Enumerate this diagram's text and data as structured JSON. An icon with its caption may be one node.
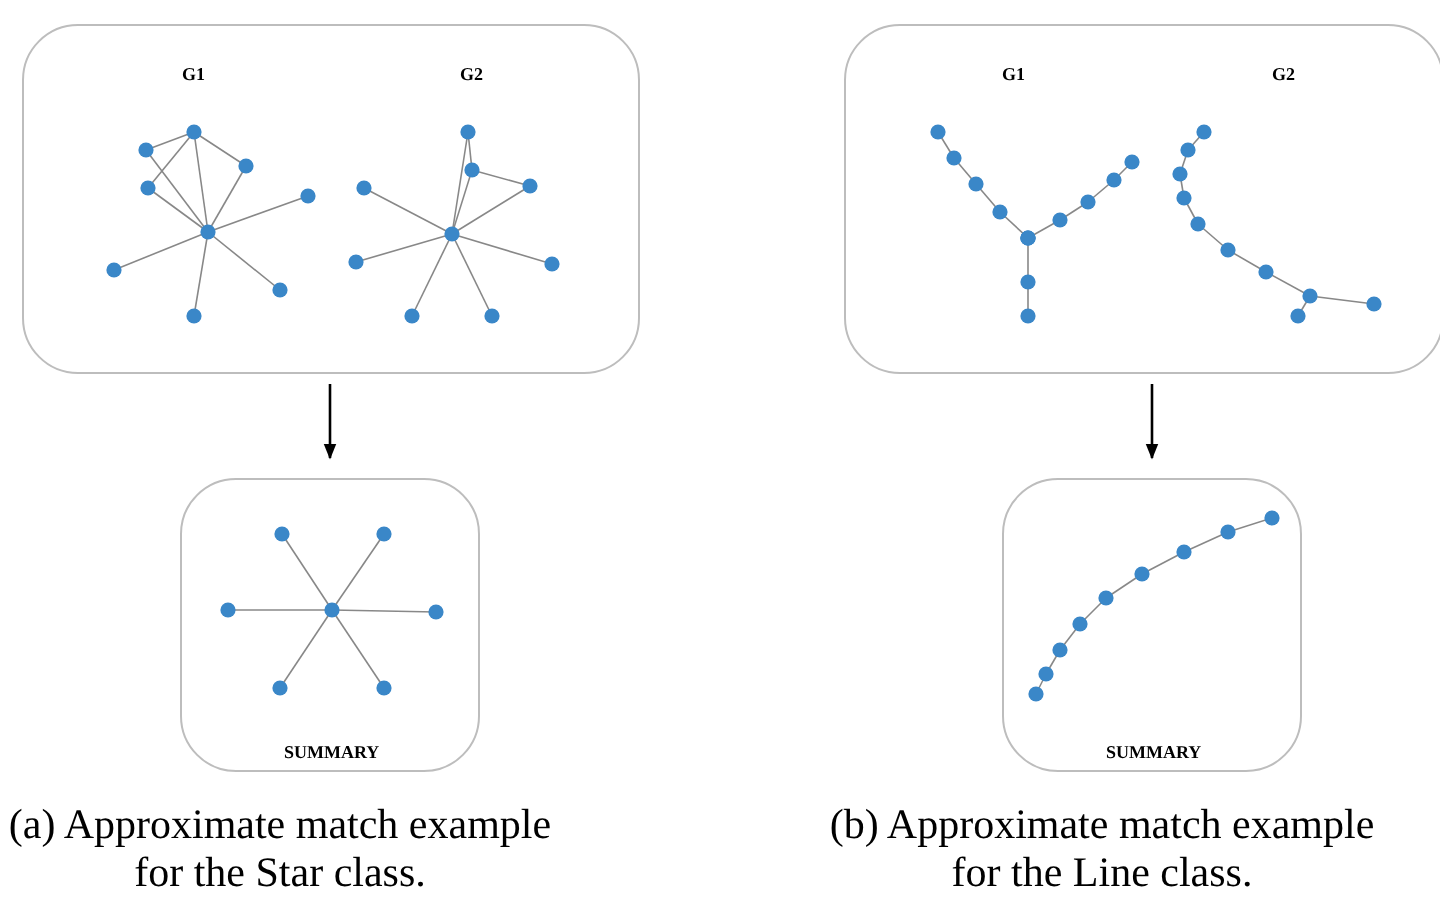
{
  "diagram": {
    "nodes": [
      {
        "text": [
          "G1",
          "G2"
        ]
      },
      {
        "text": [
          "SUMMARY"
        ]
      },
      {
        "text": [
          "G1",
          "G2"
        ]
      },
      {
        "text": [
          "SUMMARY"
        ]
      }
    ],
    "edges": [
      {
        "from": 0,
        "to": 1,
        "arrow": "to"
      },
      {
        "from": 2,
        "to": 3,
        "arrow": "to"
      }
    ],
    "labels": [
      "(a) Approximate match example for the Star class.",
      "(b) Approximate match example for the Line class."
    ]
  }
}
